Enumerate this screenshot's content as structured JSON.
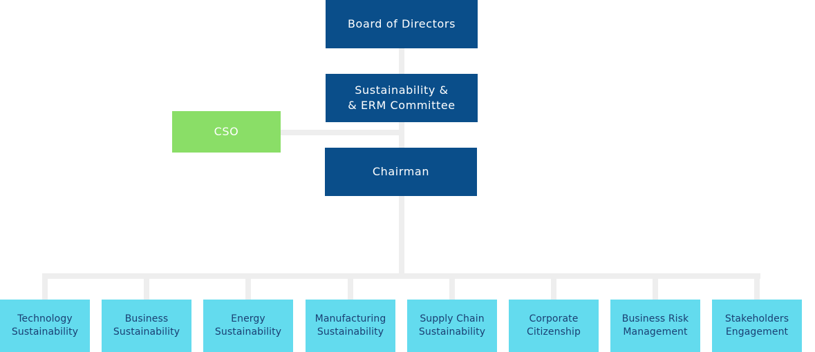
{
  "colors": {
    "top_node": "#0a4e8a",
    "cso_node": "#8ade67",
    "dept_node": "#63dbee",
    "dept_text": "#1a3f73",
    "connector": "#eeeeee"
  },
  "board": {
    "label": "Board of Directors"
  },
  "committee": {
    "label": "Sustainability &\n& ERM Committee"
  },
  "cso": {
    "label": "CSO"
  },
  "chairman": {
    "label": "Chairman"
  },
  "departments": [
    {
      "label": "Technology\nSustainability"
    },
    {
      "label": "Business\nSustainability"
    },
    {
      "label": "Energy\nSustainability"
    },
    {
      "label": "Manufacturing\nSustainability"
    },
    {
      "label": "Supply Chain\nSustainability"
    },
    {
      "label": "Corporate\nCitizenship"
    },
    {
      "label": "Business Risk\nManagement"
    },
    {
      "label": "Stakeholders\nEngagement"
    }
  ]
}
